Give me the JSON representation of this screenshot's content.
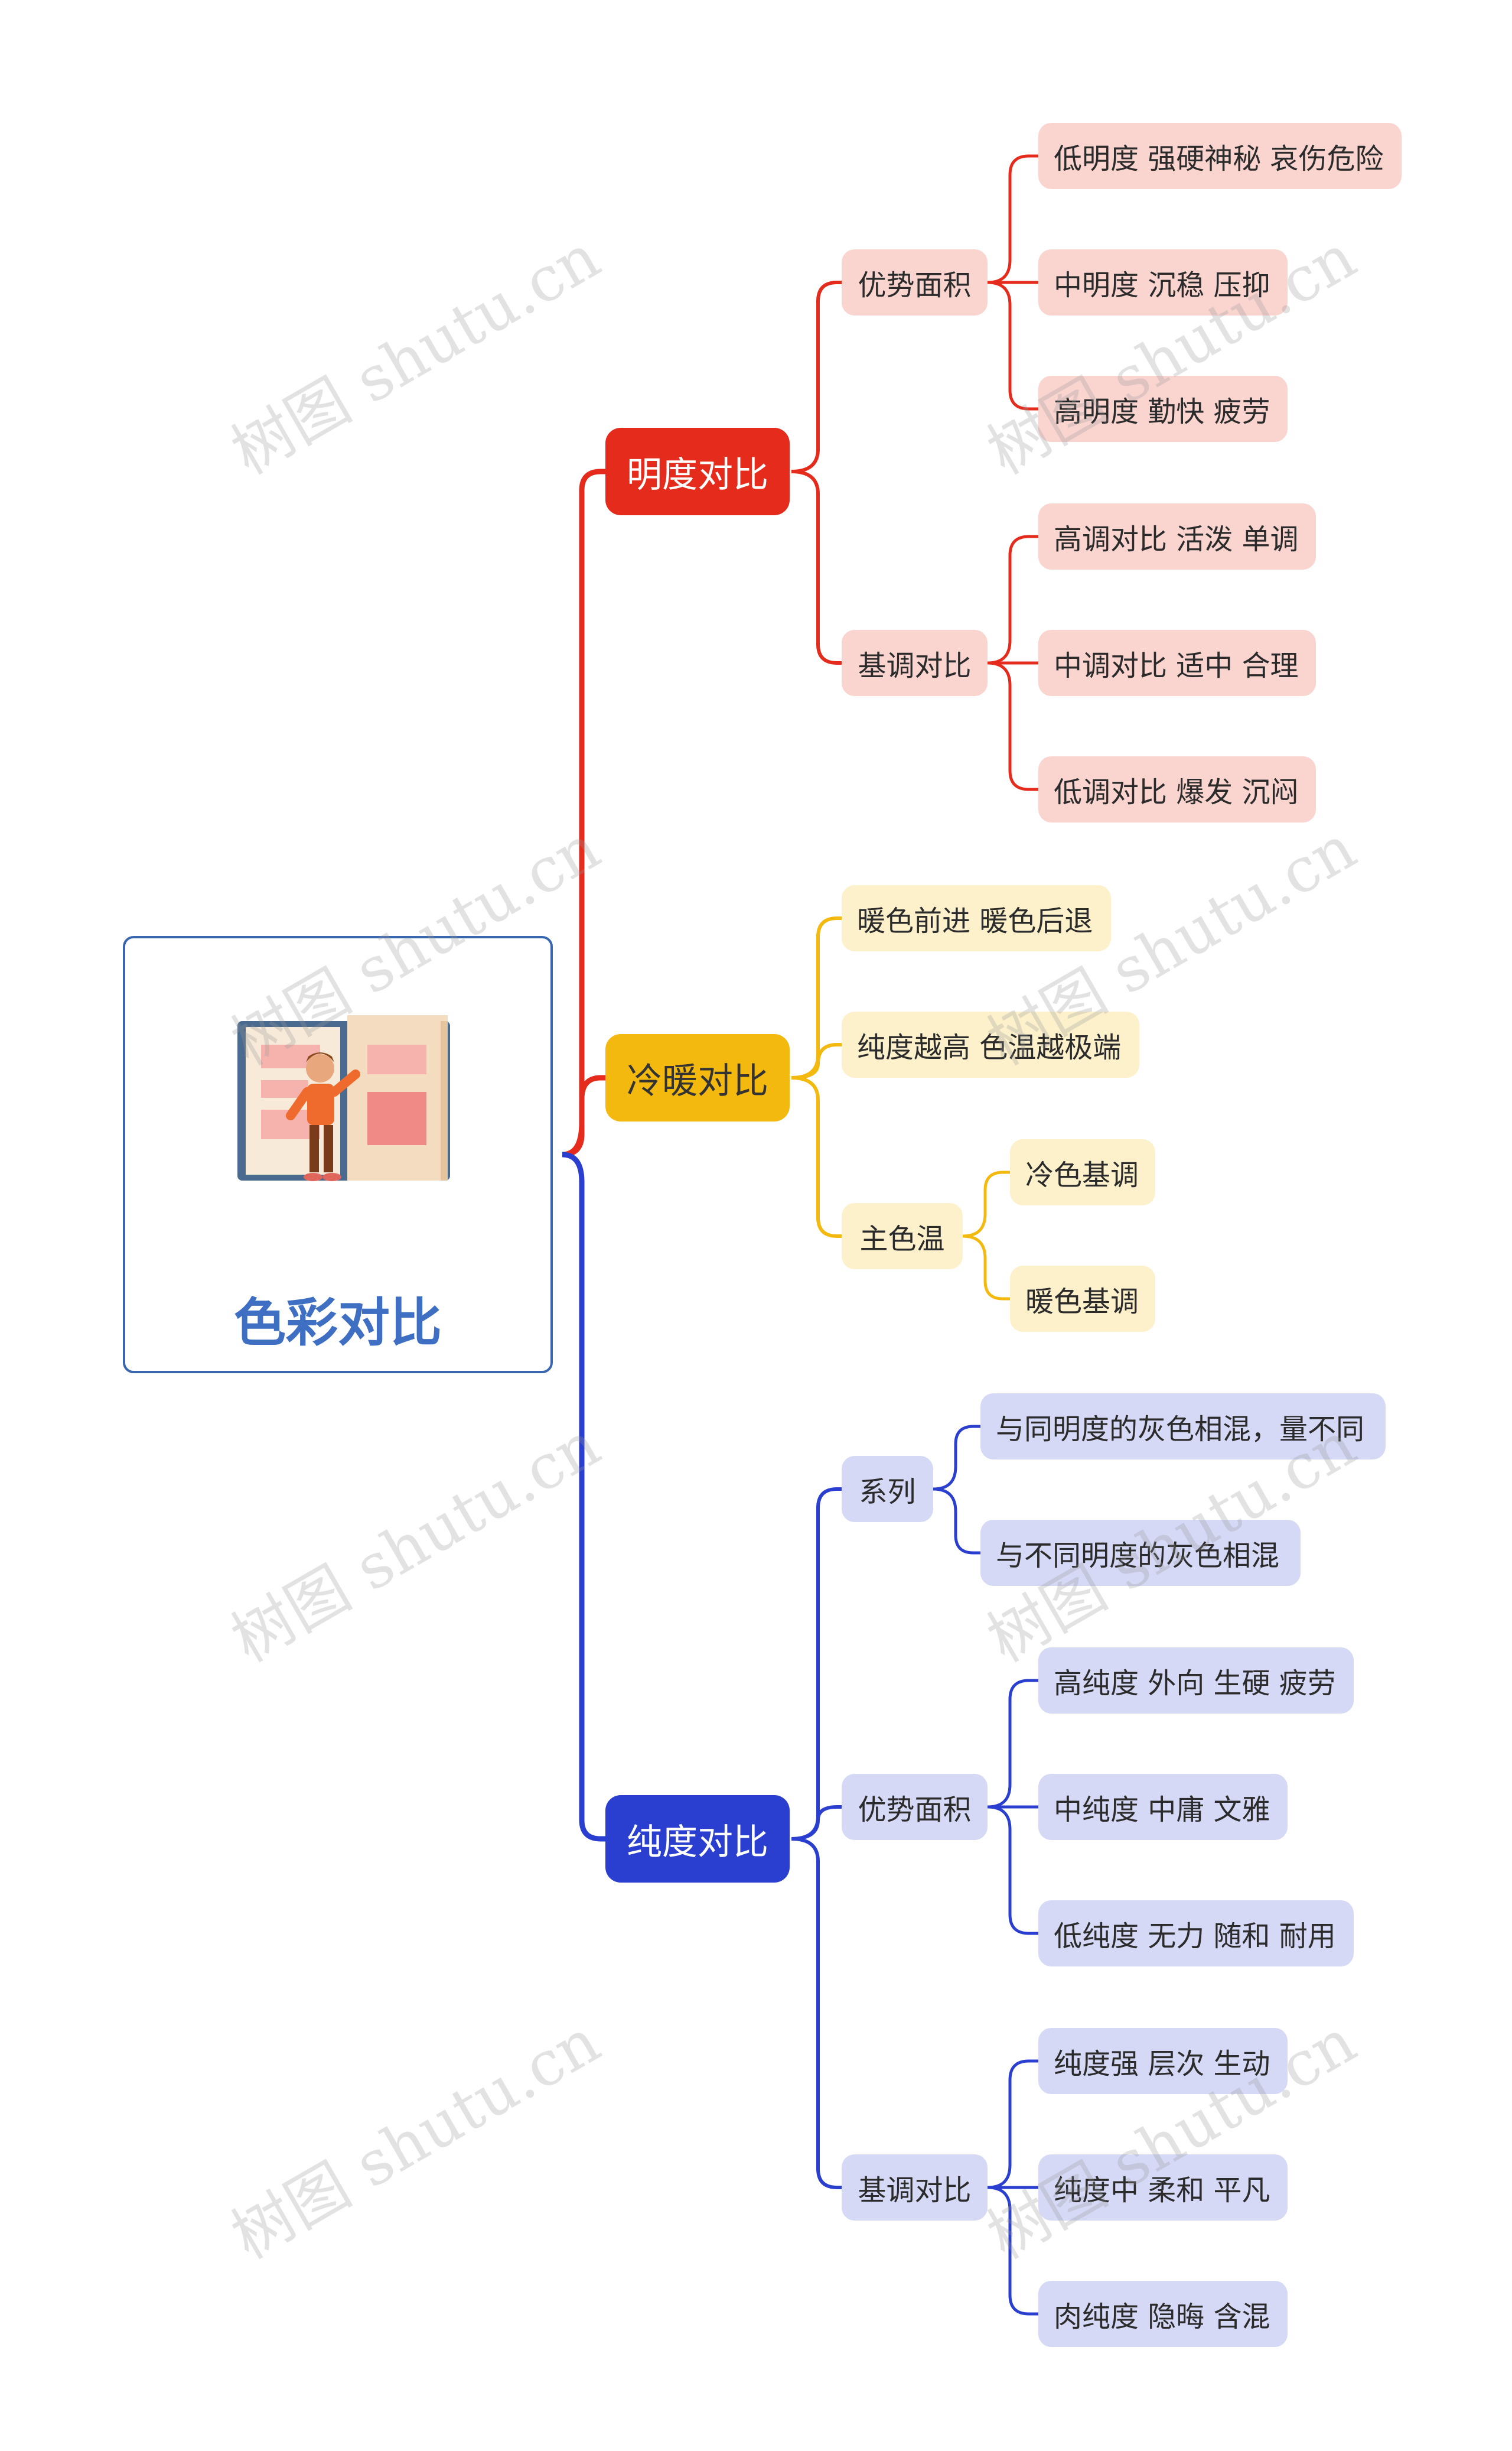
{
  "root": {
    "title": "色彩对比"
  },
  "watermark": "树图 shutu.cn",
  "colors": {
    "red": "#e42b1c",
    "yellow": "#f3b90e",
    "blue": "#2a3fcf"
  },
  "branches": {
    "brightness": {
      "label": "明度对比",
      "dominant_area": {
        "label": "优势面积",
        "items": [
          "低明度 强硬神秘 哀伤危险",
          "中明度 沉稳 压抑",
          "高明度 勤快 疲劳"
        ]
      },
      "key_contrast": {
        "label": "基调对比",
        "items": [
          "高调对比 活泼 单调",
          "中调对比 适中 合理",
          "低调对比 爆发 沉闷"
        ]
      }
    },
    "warm_cool": {
      "label": "冷暖对比",
      "items": [
        "暖色前进 暖色后退",
        "纯度越高 色温越极端"
      ],
      "main_temp": {
        "label": "主色温",
        "items": [
          "冷色基调",
          "暖色基调"
        ]
      }
    },
    "saturation": {
      "label": "纯度对比",
      "series": {
        "label": "系列",
        "items": [
          "与同明度的灰色相混，量不同",
          "与不同明度的灰色相混"
        ]
      },
      "dominant_area": {
        "label": "优势面积",
        "items": [
          "高纯度 外向 生硬 疲劳",
          "中纯度 中庸 文雅",
          "低纯度 无力 随和 耐用"
        ]
      },
      "key_contrast": {
        "label": "基调对比",
        "items": [
          "纯度强 层次 生动",
          "纯度中 柔和 平凡",
          "肉纯度 隐晦 含混"
        ]
      }
    }
  }
}
